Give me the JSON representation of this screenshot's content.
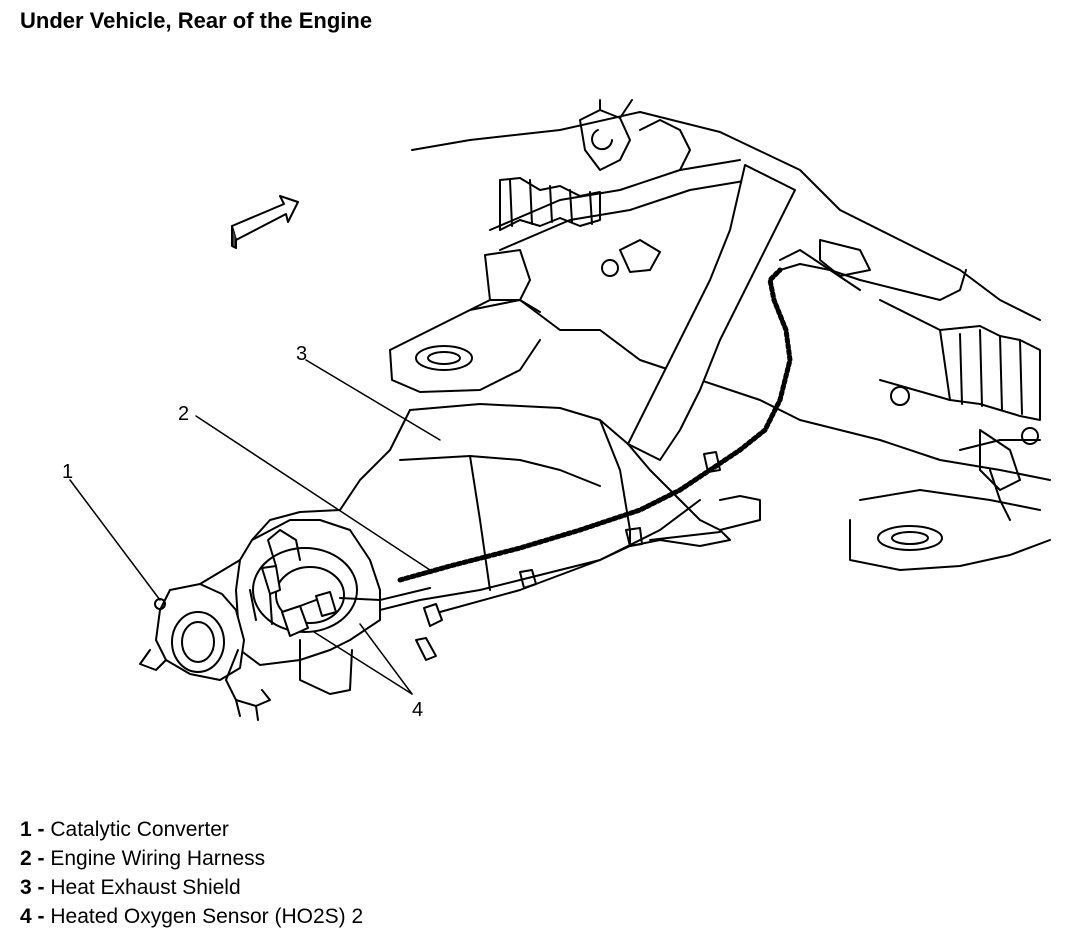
{
  "title": "Under Vehicle, Rear of the Engine",
  "callouts": [
    "1",
    "2",
    "3",
    "4"
  ],
  "legend": [
    {
      "num": "1",
      "text": "Catalytic Converter"
    },
    {
      "num": "2",
      "text": "Engine Wiring Harness"
    },
    {
      "num": "3",
      "text": "Heat Exhaust Shield"
    },
    {
      "num": "4",
      "text": "Heated Oxygen Sensor (HO2S) 2"
    }
  ],
  "colors": {
    "line": "#000000",
    "background": "#ffffff"
  }
}
